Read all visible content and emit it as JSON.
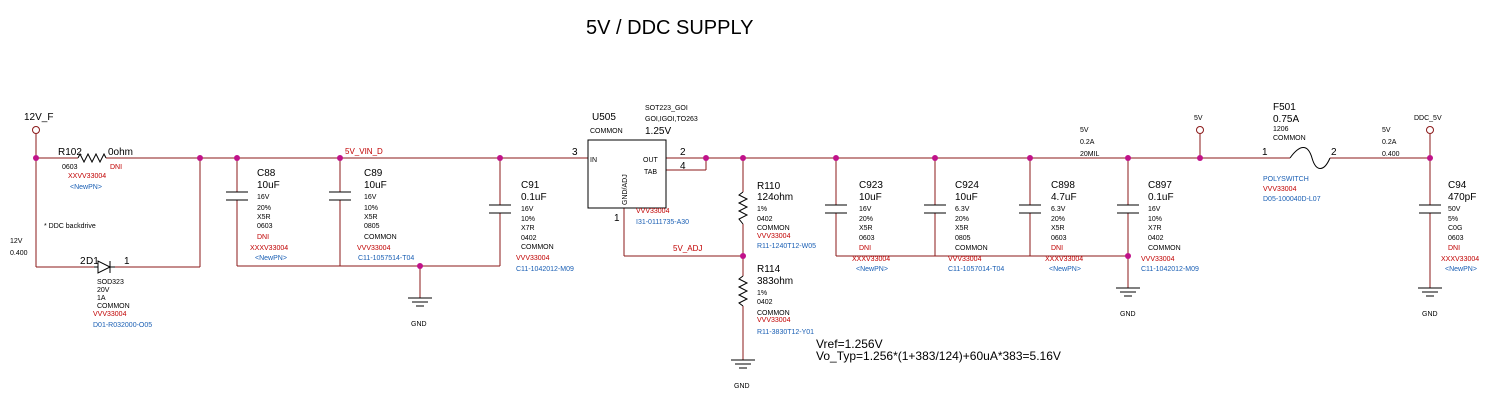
{
  "title": "5V / DDC SUPPLY",
  "nets": {
    "v12_f": "12V_F",
    "v5_vin_d": "5V_VIN_D",
    "v5_adj": "5V_ADJ",
    "v5": "5V",
    "ddc_5v": "DDC_5V",
    "gnd": "GND"
  },
  "notes": {
    "ddc_backdrive": "* DDC backdrive",
    "vref": "Vref=1.256V",
    "vo_typ": "Vo_Typ=1.256*(1+383/124)+60uA*383=5.16V"
  },
  "rails": {
    "v12": [
      "12V",
      "0.400"
    ],
    "v5_mid": [
      "5V",
      "0.2A",
      "20MIL"
    ],
    "v5_right": [
      "5V",
      "0.2A",
      "0.400"
    ]
  },
  "r102": {
    "ref": "R102",
    "value": "0ohm",
    "lines": [
      "0603",
      "XXVV33004"
    ],
    "dni": "DNI",
    "pn": "<NewPN>"
  },
  "d1": {
    "ref": "D1",
    "pin_left": "2",
    "pin_right": "1",
    "lines": [
      "SOD323",
      "20V",
      "1A",
      "COMMON"
    ],
    "lot": "VVV33004",
    "pn": "D01-R032000-O05"
  },
  "c88": {
    "ref": "C88",
    "value": "10uF",
    "lines": [
      "16V",
      "20%",
      "X5R",
      "0603"
    ],
    "dni": "DNI",
    "lot": "XXXV33004",
    "pn": "<NewPN>"
  },
  "c89": {
    "ref": "C89",
    "value": "10uF",
    "lines": [
      "16V",
      "10%",
      "X5R",
      "0805",
      "COMMON"
    ],
    "lot": "VVV33004",
    "pn": "C11-1057514-T04"
  },
  "c91": {
    "ref": "C91",
    "value": "0.1uF",
    "lines": [
      "16V",
      "10%",
      "X7R",
      "0402",
      "COMMON"
    ],
    "lot": "VVV33004",
    "pn": "C11-1042012-M09"
  },
  "u505": {
    "ref": "U505",
    "common": "COMMON",
    "pkg_lines": [
      "SOT223_GOI",
      "GOI,IGOI,TO263"
    ],
    "value": "1.25V",
    "pin_in": "IN",
    "pin_out": "OUT",
    "pin_tab": "TAB",
    "pin_adj": "GND/ADJ",
    "num_in": "3",
    "num_out": "2",
    "num_tab": "4",
    "num_adj": "1",
    "lot": "VVV33004",
    "pn": "I31-0111735-A30"
  },
  "r110": {
    "ref": "R110",
    "value": "124ohm",
    "lines": [
      "1%",
      "0402",
      "COMMON"
    ],
    "lot": "VVV33004",
    "pn": "R11-1240T12-W05"
  },
  "r114": {
    "ref": "R114",
    "value": "383ohm",
    "lines": [
      "1%",
      "0402",
      "COMMON"
    ],
    "lot": "VVV33004",
    "pn": "R11-3830T12-Y01"
  },
  "c923": {
    "ref": "C923",
    "value": "10uF",
    "lines": [
      "16V",
      "20%",
      "X5R",
      "0603"
    ],
    "dni": "DNI",
    "lot": "XXXV33004",
    "pn": "<NewPN>"
  },
  "c924": {
    "ref": "C924",
    "value": "10uF",
    "lines": [
      "6.3V",
      "20%",
      "X5R",
      "0805",
      "COMMON"
    ],
    "lot": "VVV33004",
    "pn": "C11-1057014-T04"
  },
  "c898": {
    "ref": "C898",
    "value": "4.7uF",
    "lines": [
      "6.3V",
      "20%",
      "X5R",
      "0603"
    ],
    "dni": "DNI",
    "lot": "XXXV33004",
    "pn": "<NewPN>"
  },
  "c897": {
    "ref": "C897",
    "value": "0.1uF",
    "lines": [
      "16V",
      "10%",
      "X7R",
      "0402",
      "COMMON"
    ],
    "lot": "VVV33004",
    "pn": "C11-1042012-M09"
  },
  "f501": {
    "ref": "F501",
    "value": "0.75A",
    "lines": [
      "1206",
      "COMMON"
    ],
    "pin_left": "1",
    "pin_right": "2",
    "type": "POLYSWITCH",
    "lot": "VVV33004",
    "pn": "D05-100040D-L07"
  },
  "c94": {
    "ref": "C94",
    "value": "470pF",
    "lines": [
      "50V",
      "5%",
      "C0G",
      "0603"
    ],
    "dni": "DNI",
    "lot": "XXXV33004",
    "pn": "<NewPN>"
  }
}
